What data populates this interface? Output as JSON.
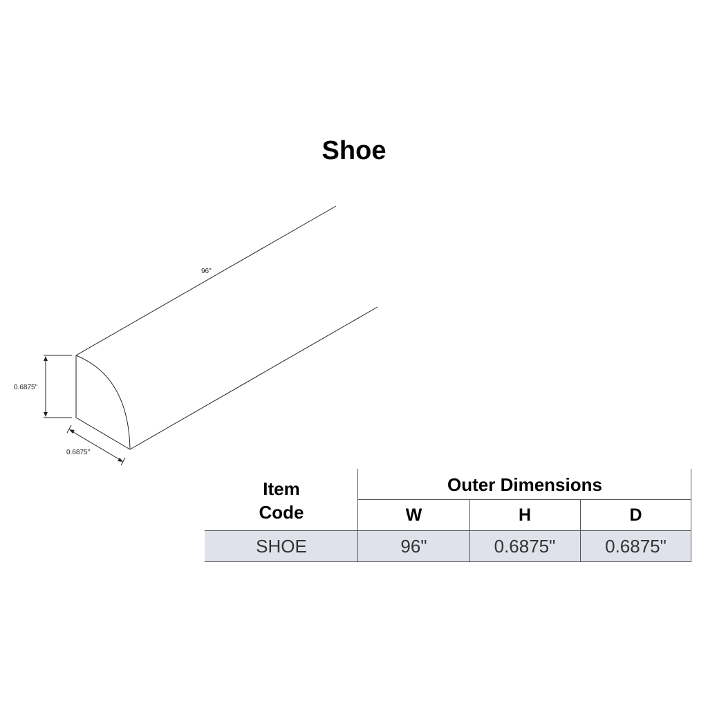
{
  "title": "Shoe",
  "drawing": {
    "length_label": "96\"",
    "height_label": "0.6875\"",
    "width_label": "0.6875\""
  },
  "table": {
    "item_header_line1": "Item",
    "item_header_line2": "Code",
    "group_header": "Outer Dimensions",
    "columns": [
      "W",
      "H",
      "D"
    ],
    "row": {
      "code": "SHOE",
      "w": "96\"",
      "h": "0.6875\"",
      "d": "0.6875\""
    },
    "row_color": "#dfe2ea"
  }
}
